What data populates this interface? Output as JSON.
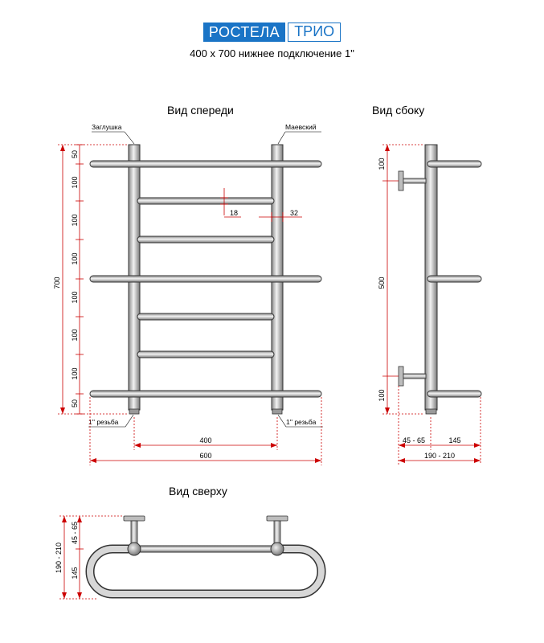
{
  "header": {
    "brand": "РОСТЕЛА",
    "model": "ТРИО",
    "subtitle": "400 x 700 нижнее подключение 1\""
  },
  "colors": {
    "brand": "#1a74c6",
    "dimension_line": "#cc0000",
    "tube_fill": "#c9c9c9",
    "tube_outline": "#333333"
  },
  "front_view": {
    "title": "Вид спереди",
    "label_plug": "Заглушка",
    "label_vent": "Маевский",
    "label_thread_left": "1'' резьба",
    "label_thread_right": "1'' резьба",
    "dim_total_height": "700",
    "dim_segments": [
      "50",
      "100",
      "100",
      "100",
      "100",
      "100",
      "100",
      "50"
    ],
    "dim_small": "18",
    "dim_offset": "32",
    "dim_center": "400",
    "dim_width": "600"
  },
  "side_view": {
    "title": "Вид сбоку",
    "dim_top": "100",
    "dim_mid": "500",
    "dim_bottom": "100",
    "dim_depth_a": "45 - 65",
    "dim_depth_b": "145",
    "dim_depth_total": "190 - 210"
  },
  "top_view": {
    "title": "Вид сверху",
    "dim_total": "190 - 210",
    "dim_a": "45 - 65",
    "dim_b": "145"
  }
}
